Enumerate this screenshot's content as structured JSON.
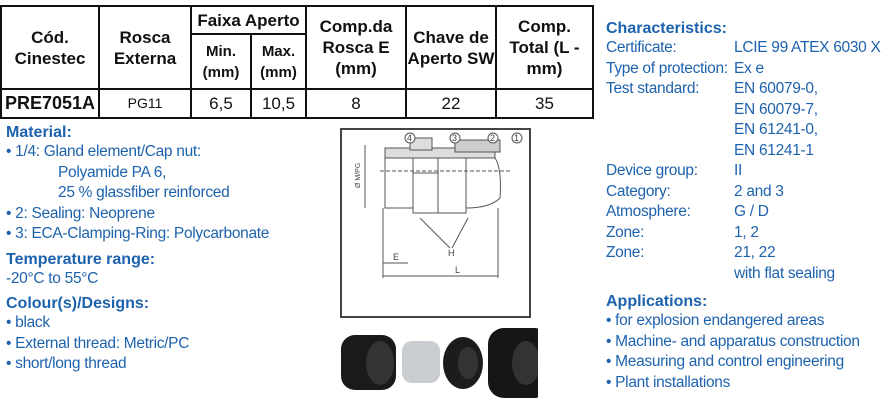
{
  "table": {
    "headers": {
      "cod": "Cód. Cinestec",
      "rosca": "Rosca Externa",
      "faixa": "Faixa Aperto",
      "min": "Min. (mm)",
      "max": "Max. (mm)",
      "comp_rosca": "Comp.da Rosca E (mm)",
      "chave": "Chave de Aperto SW",
      "comp_total": "Comp. Total (L - mm)"
    },
    "row": {
      "cod": "PRE7051A",
      "rosca": "PG11",
      "min": "6,5",
      "max": "10,5",
      "comp_rosca": "8",
      "chave": "22",
      "comp_total": "35"
    }
  },
  "material": {
    "title": "Material:",
    "items": [
      "• 1/4: Gland element/Cap nut:",
      "Polyamide PA 6,",
      "25 % glassfiber reinforced",
      "• 2: Sealing: Neoprene",
      "• 3: ECA-Clamping-Ring: Polycarbonate"
    ]
  },
  "temperature": {
    "title": "Temperature range:",
    "value": "-20°C to 55°C"
  },
  "colours": {
    "title": "Colour(s)/Designs:",
    "items": [
      "• black",
      "• External thread: Metric/PC",
      "• short/long thread"
    ]
  },
  "drawing": {
    "labels": [
      "4",
      "3",
      "2",
      "1"
    ],
    "dim_d": "Ø M/PG",
    "dim_h": "H",
    "dim_e": "E",
    "dim_l": "L"
  },
  "characteristics": {
    "title": "Characteristics:",
    "rows": [
      {
        "k": "Certificate:",
        "v": "LCIE 99 ATEX 6030 X"
      },
      {
        "k": "Type of protection:",
        "v": "Ex e"
      },
      {
        "k": "Test standard:",
        "v": "EN 60079-0,"
      },
      {
        "k": "",
        "v": "EN 60079-7,"
      },
      {
        "k": "",
        "v": "EN 61241-0,"
      },
      {
        "k": "",
        "v": "EN 61241-1"
      },
      {
        "k": "Device group:",
        "v": "II"
      },
      {
        "k": "Category:",
        "v": "2 and 3"
      },
      {
        "k": "Atmosphere:",
        "v": "G / D"
      },
      {
        "k": "Zone:",
        "v": "1, 2"
      },
      {
        "k": "Zone:",
        "v": "21, 22"
      },
      {
        "k": "",
        "v": "with flat sealing"
      }
    ]
  },
  "applications": {
    "title": "Applications:",
    "items": [
      "• for explosion endangered areas",
      "• Machine- and apparatus construction",
      "• Measuring and control engineering",
      "• Plant installations"
    ]
  }
}
